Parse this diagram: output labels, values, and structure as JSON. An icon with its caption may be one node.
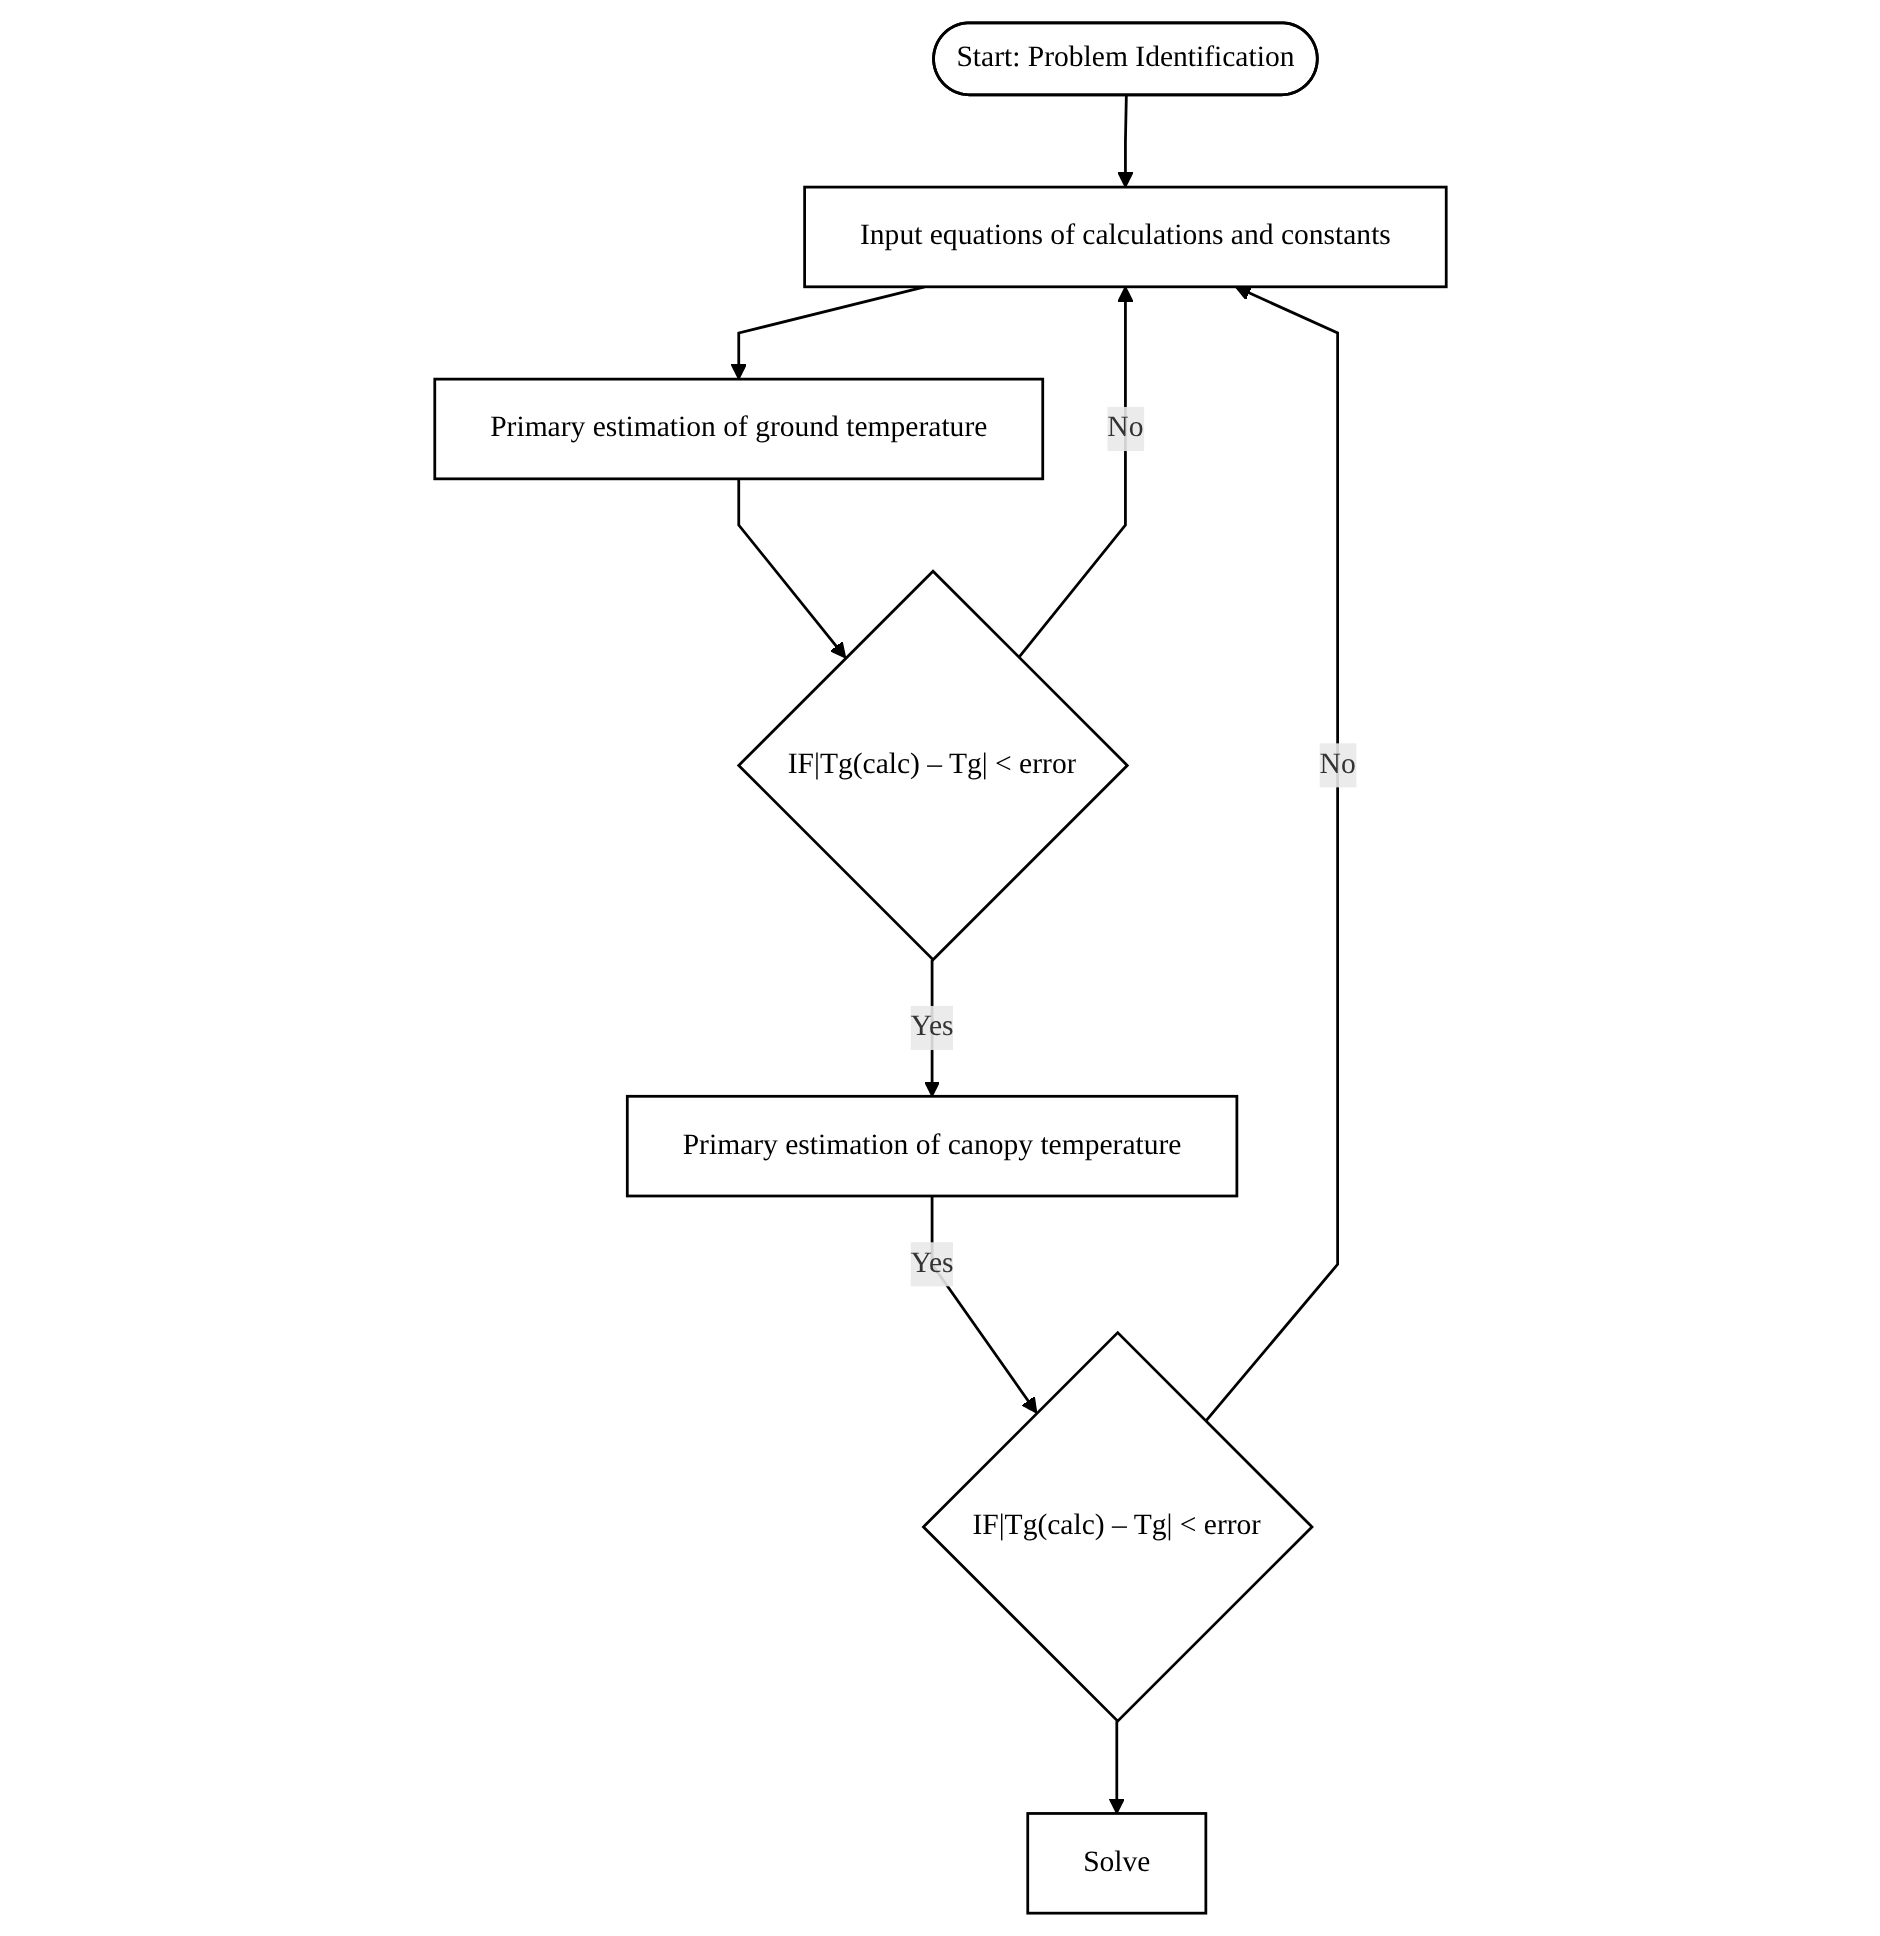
{
  "diagram": {
    "nodes": [
      {
        "text": [
          "Start: Problem Identification"
        ]
      },
      {
        "text": [
          "Input equations of calculations and constants"
        ]
      },
      {
        "text": [
          "Primary estimation of ground temperature"
        ]
      },
      {
        "text": [
          "IF|Tg(calc) – Tg| < error"
        ]
      },
      {
        "text": [
          "Primary estimation of canopy temperature"
        ]
      },
      {
        "text": [
          "IF|Tg(calc) – Tg| < error"
        ]
      },
      {
        "text": [
          "Solve"
        ]
      }
    ],
    "edges": [
      {
        "from": 0,
        "to": 1,
        "arrow": "to"
      },
      {
        "from": 1,
        "to": 2,
        "arrow": "to"
      },
      {
        "from": 2,
        "to": 3,
        "arrow": "to"
      },
      {
        "from": 3,
        "to": 4,
        "arrow": "to",
        "label": "Yes"
      },
      {
        "from": 4,
        "to": 5,
        "arrow": "to",
        "label": "Yes"
      },
      {
        "from": 5,
        "to": 1,
        "arrow": "to",
        "label": "No"
      },
      {
        "from": 3,
        "to": 1,
        "arrow": "to",
        "label": "No"
      },
      {
        "from": 5,
        "to": 6,
        "arrow": "to"
      }
    ]
  }
}
